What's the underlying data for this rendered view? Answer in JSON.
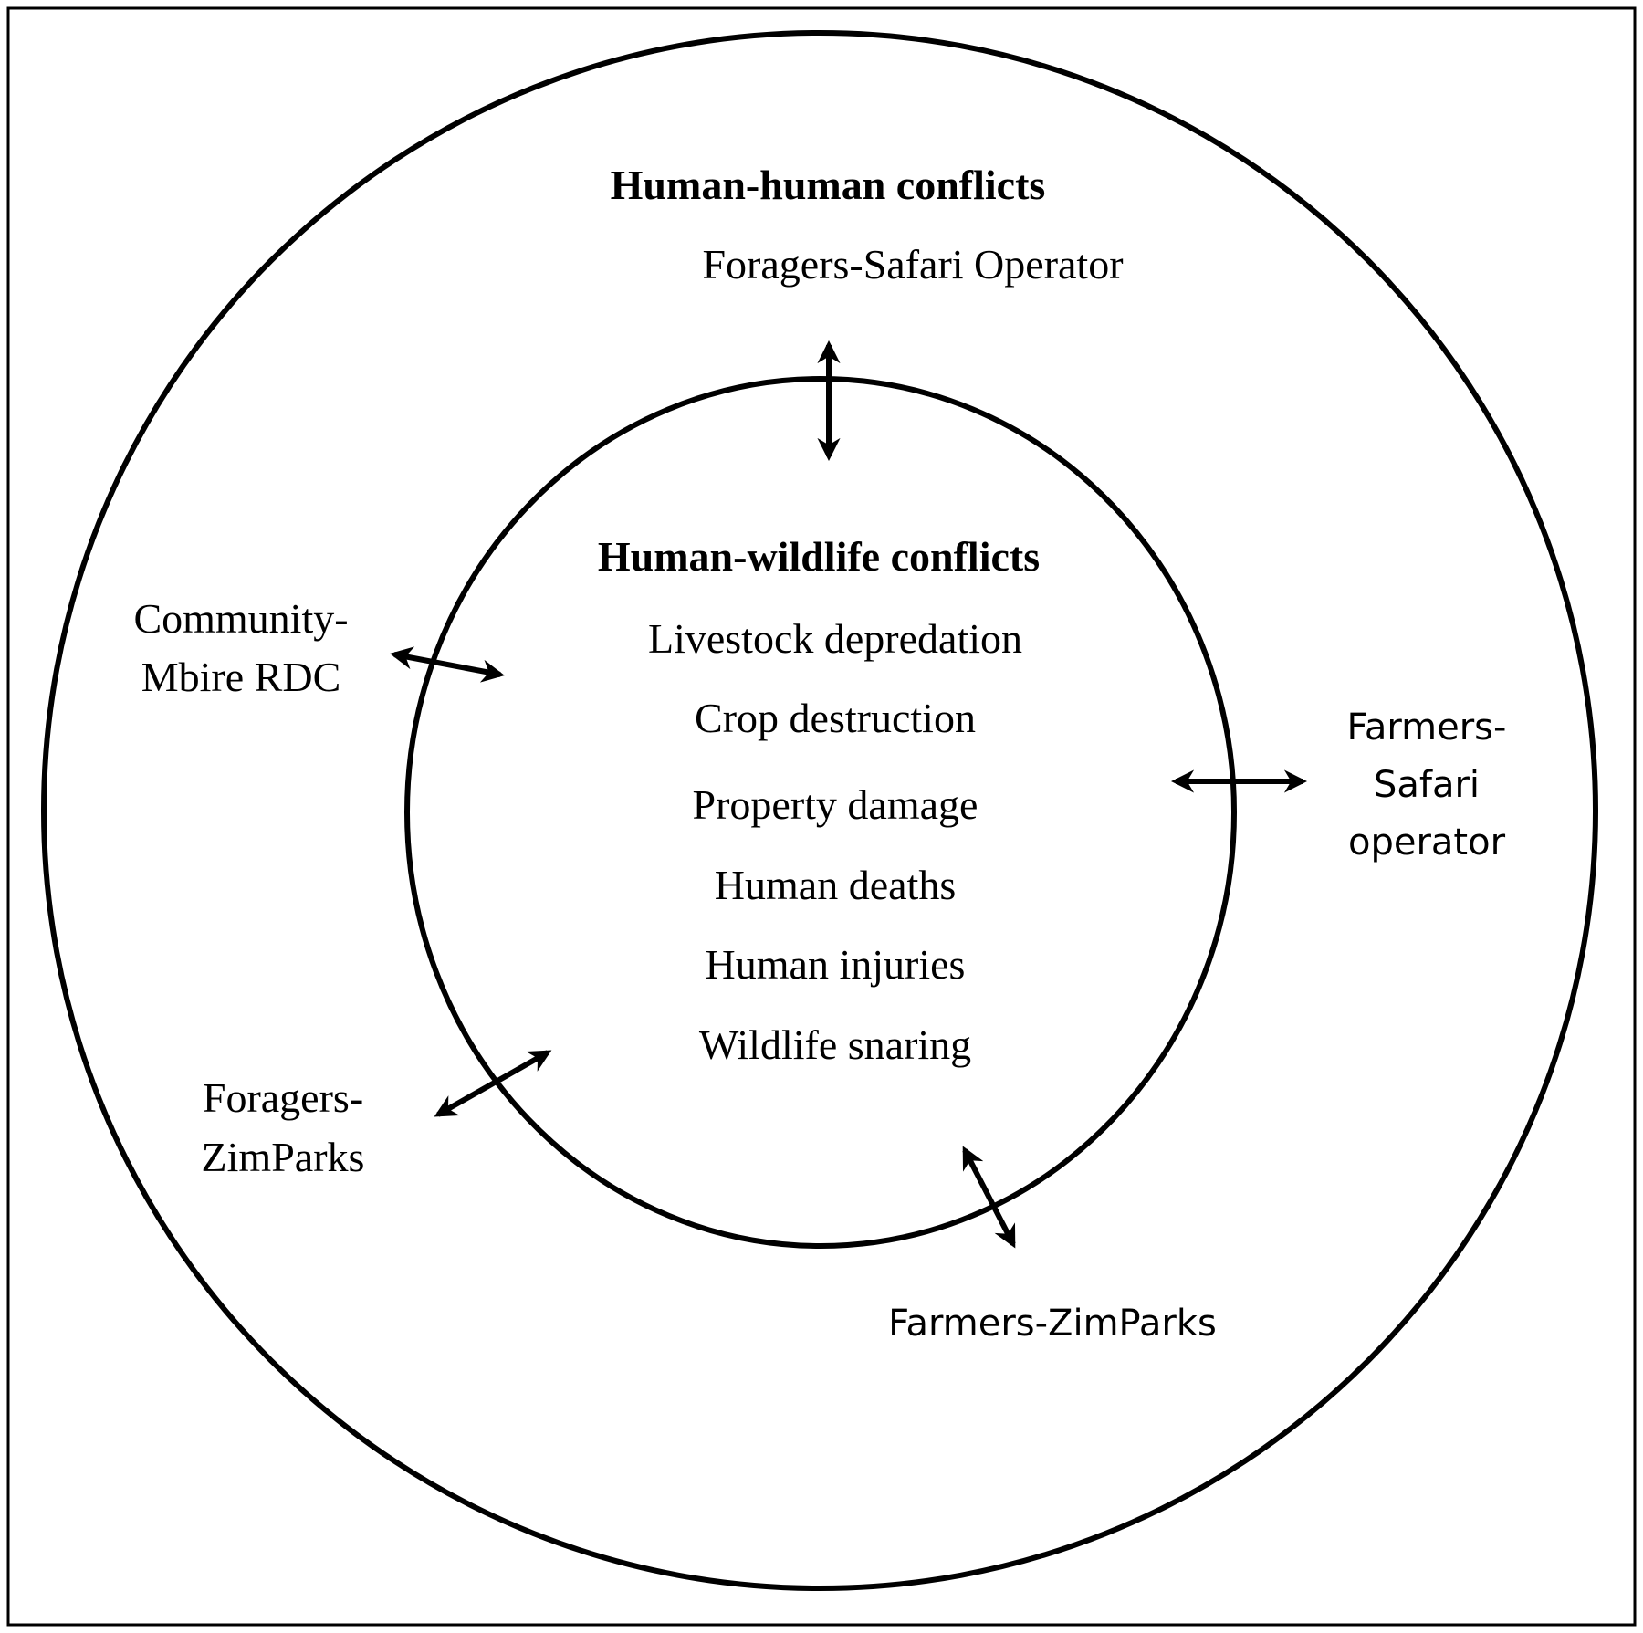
{
  "inner": {
    "title": "Human-wildlife conflicts",
    "items": [
      "Livestock depredation",
      "Crop destruction",
      "Property damage",
      "Human deaths",
      "Human injuries",
      "Wildlife snaring"
    ]
  },
  "outer": {
    "title": "Human-human conflicts",
    "labels": {
      "foragers_safari": "Foragers-Safari Operator",
      "community_line1": "Community-",
      "community_line2": "Mbire RDC",
      "farmers_safari_line1": "Farmers-",
      "farmers_safari_line2": "Safari",
      "farmers_safari_line3": "operator",
      "foragers_zimparks_line1": "Foragers-",
      "foragers_zimparks_line2": "ZimParks",
      "farmers_zimparks": "Farmers-ZimParks"
    }
  }
}
